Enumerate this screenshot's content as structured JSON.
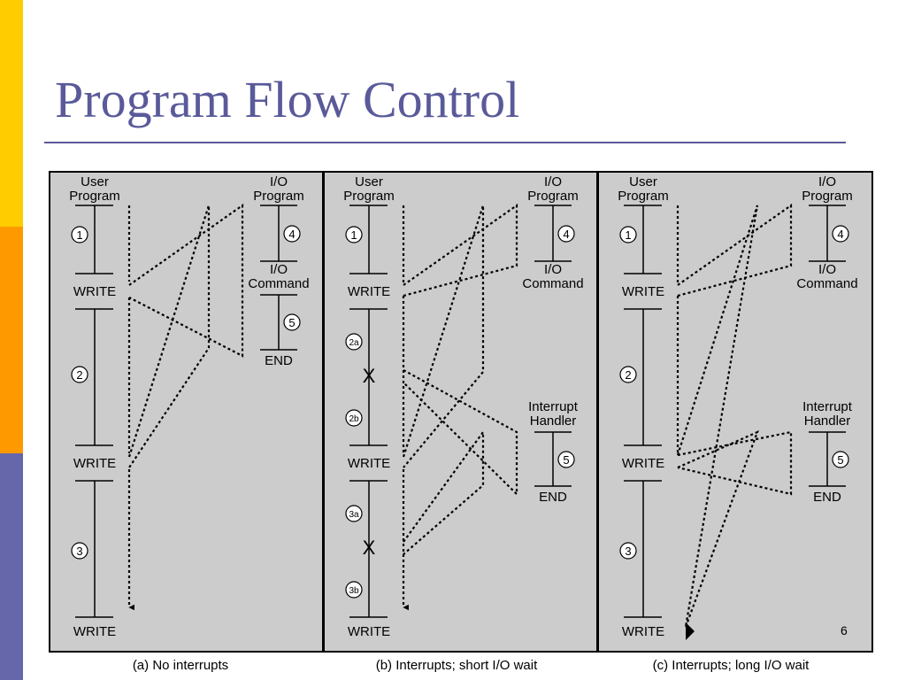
{
  "title": "Program Flow Control",
  "slide_number": "6",
  "colors": {
    "bar_top": "#ffcc00",
    "bar_middle": "#ff9900",
    "bar_bottom": "#6666aa",
    "title": "#5a5a9a",
    "panel": "#cccccc"
  },
  "labels": {
    "user_program": [
      "User",
      "Program"
    ],
    "io_program": [
      "I/O",
      "Program"
    ],
    "io_command": [
      "I/O",
      "Command"
    ],
    "interrupt_handler": [
      "Interrupt",
      "Handler"
    ],
    "write": "WRITE",
    "end": "END",
    "interrupt_mark": "X"
  },
  "markers": {
    "m1": "1",
    "m2": "2",
    "m2a": "2a",
    "m2b": "2b",
    "m3": "3",
    "m3a": "3a",
    "m3b": "3b",
    "m4": "4",
    "m5": "5"
  },
  "captions": {
    "a": "(a) No interrupts",
    "b": "(b) Interrupts; short I/O wait",
    "c": "(c) Interrupts; long I/O wait"
  }
}
